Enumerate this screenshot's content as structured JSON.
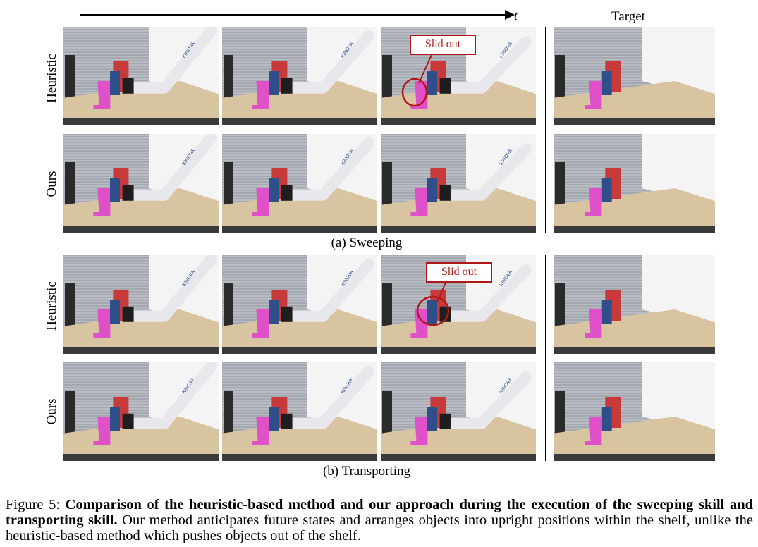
{
  "time_axis_label": "t",
  "target_header": "Target",
  "row_labels": {
    "heuristic": "Heuristic",
    "ours": "Ours"
  },
  "callout_text": "Slid out",
  "robot_brand": "KINOVA",
  "subcaption_a": "(a) Sweeping",
  "subcaption_b": "(b) Transporting",
  "caption": {
    "prefix": "Figure 5: ",
    "bold": "Comparison of the heuristic-based method and our approach during the execution of the sweeping skill and transporting skill.",
    "rest": " Our method anticipates future states and arranges objects into upright positions within the shelf, unlike the heuristic-based method which pushes objects out of the shelf."
  },
  "colors": {
    "callout": "#b01818",
    "bookend": "#e050c8",
    "table": "#d8c4a0"
  }
}
